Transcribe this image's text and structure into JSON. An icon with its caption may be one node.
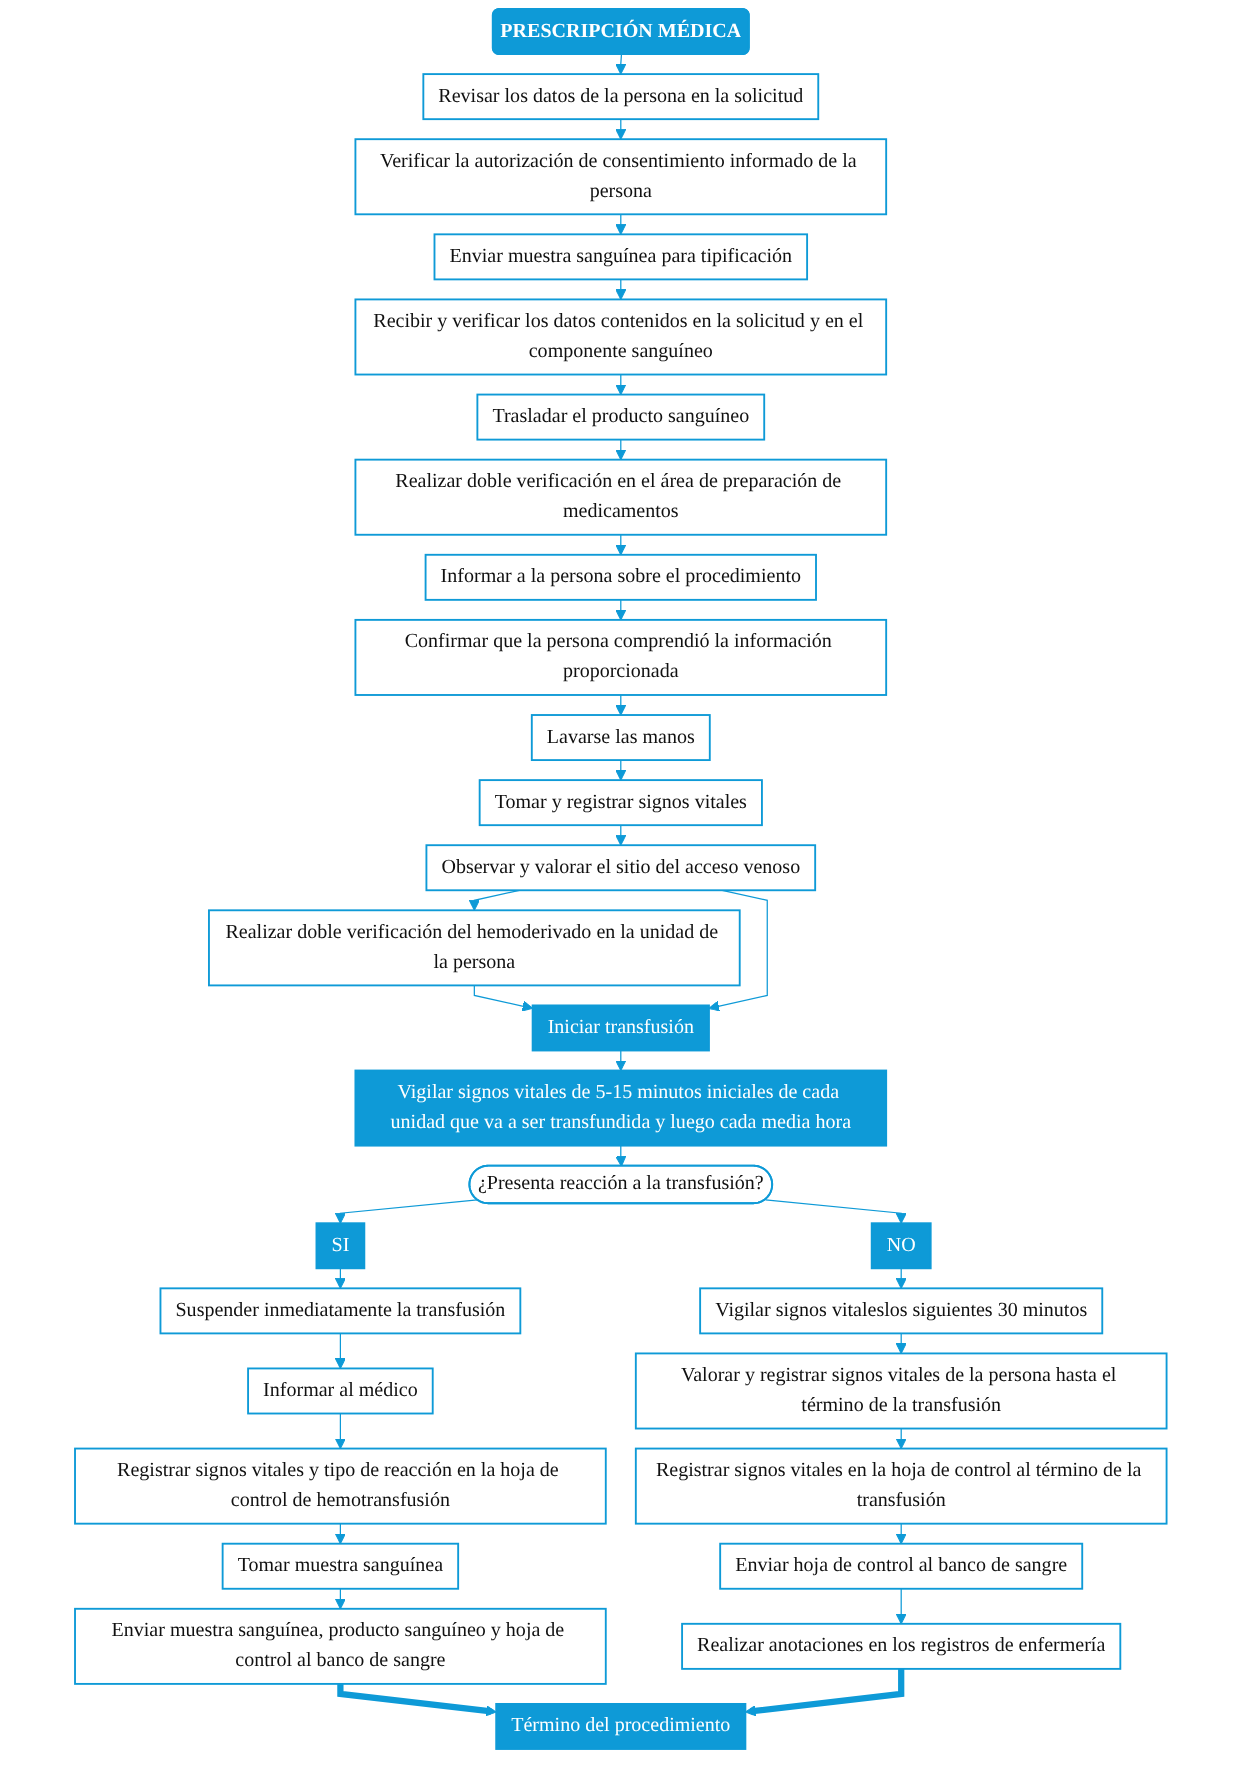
{
  "diagram": {
    "nodes": [
      {
        "text": [
          "PRESCRIPCIÓN MÉDICA"
        ]
      },
      {
        "text": [
          "Revisar los datos de la persona en la solicitud"
        ]
      },
      {
        "text": [
          "Verificar la autorización de consentimiento informado de la persona"
        ]
      },
      {
        "text": [
          "Recibir y verificar los datos contenidos en la solicitud y en el componente sanguíneo"
        ]
      },
      {
        "text": [
          "Enviar muestra sanguínea para tipificación"
        ]
      },
      {
        "text": [
          "Trasladar el producto sanguíneo"
        ]
      },
      {
        "text": [
          "Realizar doble verificación en el área de preparación de medicamentos"
        ]
      },
      {
        "text": [
          "Confirmar que la persona comprendió la información proporcionada"
        ]
      },
      {
        "text": [
          "Informar a la persona sobre el procedimiento"
        ]
      },
      {
        "text": [
          "Lavarse las manos"
        ]
      },
      {
        "text": [
          "Tomar y registrar signos vitales"
        ]
      },
      {
        "text": [
          "Realizar doble verificación del hemoderivado en la unidad de la persona"
        ]
      },
      {
        "text": [
          "Observar y valorar el sitio del acceso venoso"
        ]
      },
      {
        "text": [
          "Iniciar transfusión"
        ]
      },
      {
        "text": [
          "Vigilar signos vitales de 5-15 minutos iniciales de cada unidad que va a ser transfundida y luego cada media hora"
        ]
      },
      {
        "text": [
          "¿Presenta reacción a la transfusión?"
        ]
      },
      {
        "text": [
          "SI"
        ]
      },
      {
        "text": [
          "NO"
        ]
      },
      {
        "text": [
          "Suspender inmediatamente la transfusión"
        ]
      },
      {
        "text": [
          "Vigilar signos vitaleslos siguientes 30 minutos"
        ]
      },
      {
        "text": [
          "Informar al médico"
        ]
      },
      {
        "text": [
          "Valorar y registrar signos vitales de la persona hasta el término de la transfusión"
        ]
      },
      {
        "text": [
          "Registrar signos vitales y tipo de reacción en la hoja de control de hemotransfusión"
        ]
      },
      {
        "text": [
          "Registrar signos vitales en la hoja de control al término de la transfusión"
        ]
      },
      {
        "text": [
          "Tomar muestra sanguínea"
        ]
      },
      {
        "text": [
          "Enviar hoja de control al banco de sangre"
        ]
      },
      {
        "text": [
          "Enviar muestra sanguínea, producto sanguíneo y hoja de control al banco de sangre"
        ]
      },
      {
        "text": [
          "Realizar anotaciones en los registros de enfermería"
        ]
      },
      {
        "text": [
          "Término del procedimiento"
        ]
      }
    ],
    "edges": [
      {
        "from": 0,
        "to": 1,
        "arrow": "to"
      },
      {
        "from": 1,
        "to": 2,
        "arrow": "to"
      },
      {
        "from": 2,
        "to": 4,
        "arrow": "to"
      },
      {
        "from": 4,
        "to": 3,
        "arrow": "to"
      },
      {
        "from": 3,
        "to": 5,
        "arrow": "to"
      },
      {
        "from": 5,
        "to": 6,
        "arrow": "to"
      },
      {
        "from": 6,
        "to": 8,
        "arrow": "to"
      },
      {
        "from": 8,
        "to": 7,
        "arrow": "to"
      },
      {
        "from": 7,
        "to": 9,
        "arrow": "to"
      },
      {
        "from": 9,
        "to": 10,
        "arrow": "to"
      },
      {
        "from": 10,
        "to": 12,
        "arrow": "to"
      },
      {
        "from": 12,
        "to": 11,
        "arrow": "to"
      },
      {
        "from": 11,
        "to": 13,
        "arrow": "to"
      },
      {
        "from": 12,
        "to": 13,
        "arrow": "to"
      },
      {
        "from": 13,
        "to": 14,
        "arrow": "to"
      },
      {
        "from": 14,
        "to": 15,
        "arrow": "to"
      },
      {
        "from": 15,
        "to": 16,
        "arrow": "to"
      },
      {
        "from": 15,
        "to": 17,
        "arrow": "to"
      },
      {
        "from": 16,
        "to": 18,
        "arrow": "to"
      },
      {
        "from": 17,
        "to": 19,
        "arrow": "to"
      },
      {
        "from": 18,
        "to": 20,
        "arrow": "to"
      },
      {
        "from": 19,
        "to": 21,
        "arrow": "to"
      },
      {
        "from": 20,
        "to": 22,
        "arrow": "to"
      },
      {
        "from": 21,
        "to": 23,
        "arrow": "to"
      },
      {
        "from": 22,
        "to": 24,
        "arrow": "to"
      },
      {
        "from": 23,
        "to": 25,
        "arrow": "to"
      },
      {
        "from": 24,
        "to": 26,
        "arrow": "to"
      },
      {
        "from": 25,
        "to": 27,
        "arrow": "to"
      },
      {
        "from": 26,
        "to": 28,
        "arrow": "to",
        "style": "thick"
      },
      {
        "from": 27,
        "to": 28,
        "arrow": "to",
        "style": "thick"
      }
    ]
  }
}
